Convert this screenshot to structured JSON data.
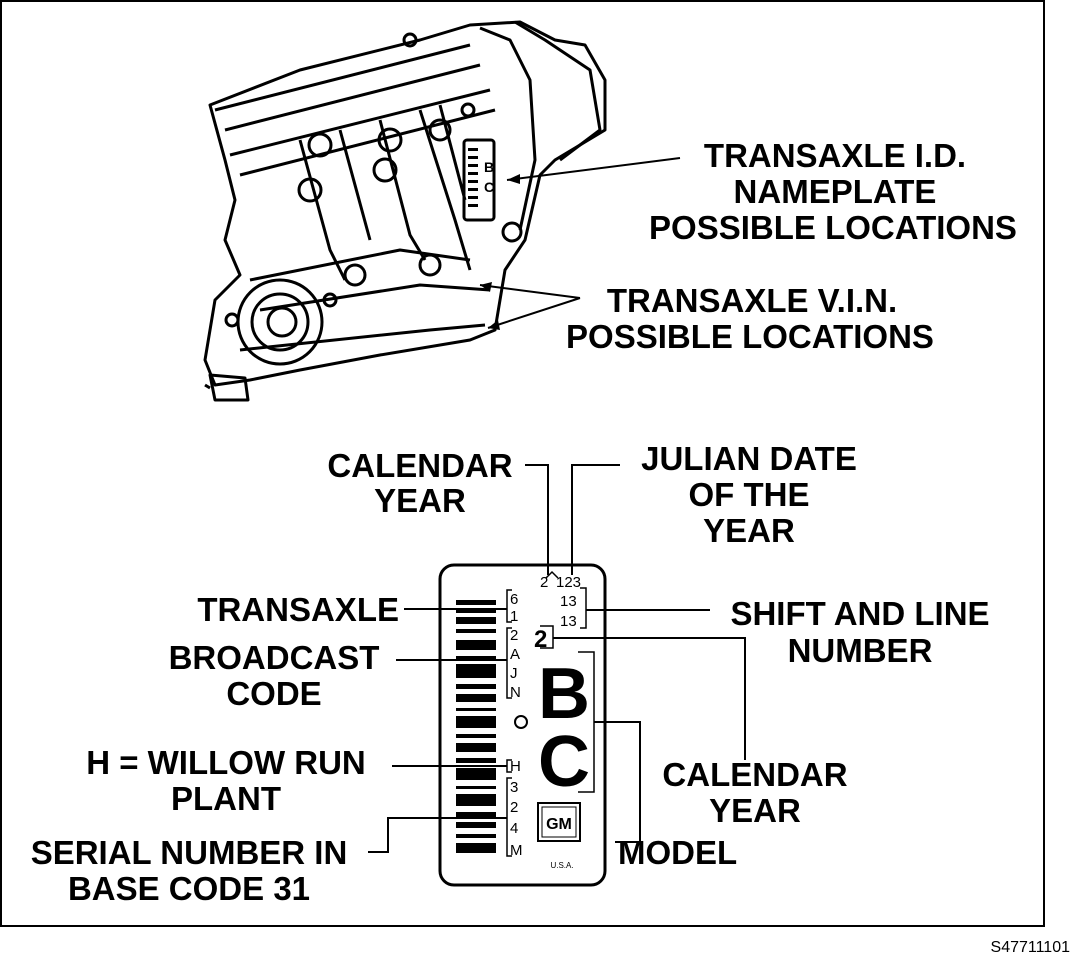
{
  "labels": {
    "id_nameplate": [
      "TRANSAXLE I.D.",
      "NAMEPLATE",
      "POSSIBLE LOCATIONS"
    ],
    "vin": [
      "TRANSAXLE V.I.N.",
      "POSSIBLE LOCATIONS"
    ],
    "calendar_year_top": [
      "CALENDAR",
      "YEAR"
    ],
    "julian_date": [
      "JULIAN DATE",
      "OF THE",
      "YEAR"
    ],
    "transaxle": "TRANSAXLE",
    "broadcast_code": [
      "BROADCAST",
      "CODE"
    ],
    "willow_run": [
      "H = WILLOW RUN",
      "PLANT"
    ],
    "serial_number": [
      "SERIAL NUMBER IN",
      "BASE CODE 31"
    ],
    "shift_line": [
      "SHIFT AND LINE",
      "NUMBER"
    ],
    "calendar_year_right": [
      "CALENDAR",
      "YEAR"
    ],
    "model": "MODEL"
  },
  "plate": {
    "year_digit": "2",
    "julian": "123",
    "shift_line_top": "13",
    "shift_line_bottom": "13",
    "column_chars": [
      "6",
      "1",
      "2",
      "A",
      "J",
      "N",
      "H",
      "3",
      "2",
      "4",
      "M"
    ],
    "big_digit": "2",
    "model_letters": [
      "B",
      "C"
    ],
    "logo": "GM",
    "origin": "U.S.A."
  },
  "figure_code": "S47711101"
}
